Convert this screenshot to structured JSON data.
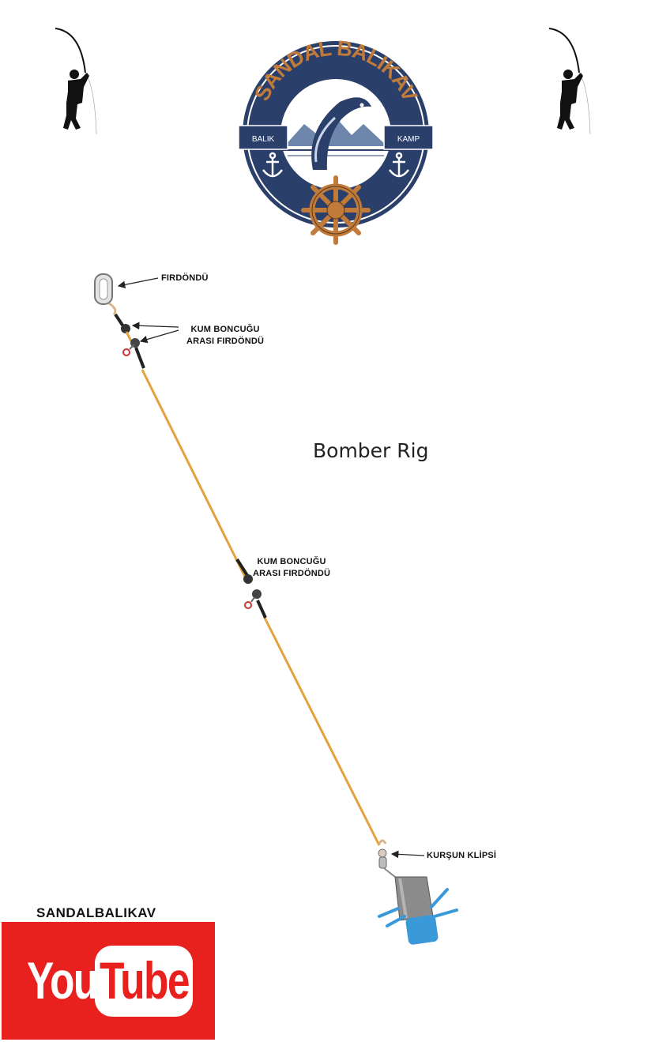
{
  "diagram": {
    "title": "Bomber Rig",
    "labels": {
      "swivel": "FIRDÖNDÜ",
      "bead_swivel_top_line1": "KUM BONCUĞU",
      "bead_swivel_top_line2": "ARASI FIRDÖNDÜ",
      "bead_swivel_mid_line1": "KUM BONCUĞU",
      "bead_swivel_mid_line2": "ARASI FIRDÖNDÜ",
      "lead_clip": "KURŞUN KLİPSİ"
    },
    "colors": {
      "line": "#e3a23c",
      "sinker_wires": "#3a9ad9",
      "sinker_body": "#8c8c8c"
    }
  },
  "logo": {
    "brand": "SANDAL BALIKAV",
    "left_badge": "BALIK",
    "right_badge": "KAMP",
    "colors": {
      "ring": "#2b3f6b",
      "text": "#c07a3a"
    },
    "icons": [
      "fisherman-icon",
      "fish-icon",
      "anchor-icon",
      "ship-wheel-icon"
    ]
  },
  "channel": {
    "name": "SANDALBALIKAV",
    "youtube_you": "You",
    "youtube_tube": "Tube",
    "colors": {
      "youtube_red": "#e8211f"
    }
  }
}
